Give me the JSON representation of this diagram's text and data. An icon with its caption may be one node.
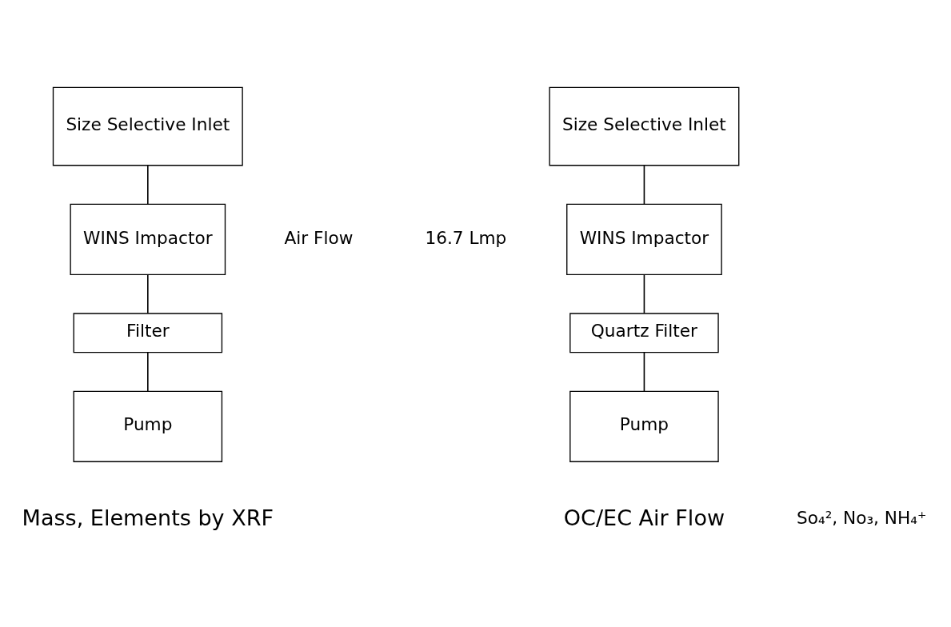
{
  "diagram": {
    "nodes": [
      {
        "text": [
          "Size Selective Inlet"
        ]
      },
      {
        "text": [
          "WINS Impactor"
        ]
      },
      {
        "text": [
          "Filter"
        ]
      },
      {
        "text": [
          "Pump"
        ]
      },
      {
        "text": [
          "Size Selective Inlet"
        ]
      },
      {
        "text": [
          "WINS Impactor"
        ]
      },
      {
        "text": [
          "Quartz Filter"
        ]
      },
      {
        "text": [
          "Pump"
        ]
      }
    ],
    "edges": [
      {
        "from": 0,
        "to": 1,
        "arrow": "none"
      },
      {
        "from": 1,
        "to": 2,
        "arrow": "none"
      },
      {
        "from": 2,
        "to": 3,
        "arrow": "none"
      },
      {
        "from": 4,
        "to": 5,
        "arrow": "none"
      },
      {
        "from": 5,
        "to": 6,
        "arrow": "none"
      },
      {
        "from": 6,
        "to": 7,
        "arrow": "none"
      }
    ],
    "labels": [
      "Air Flow",
      "16.7 Lmp",
      "Mass, Elements by XRF",
      "OC/EC Air Flow",
      "So₄², No₃, NH₄⁺"
    ]
  }
}
